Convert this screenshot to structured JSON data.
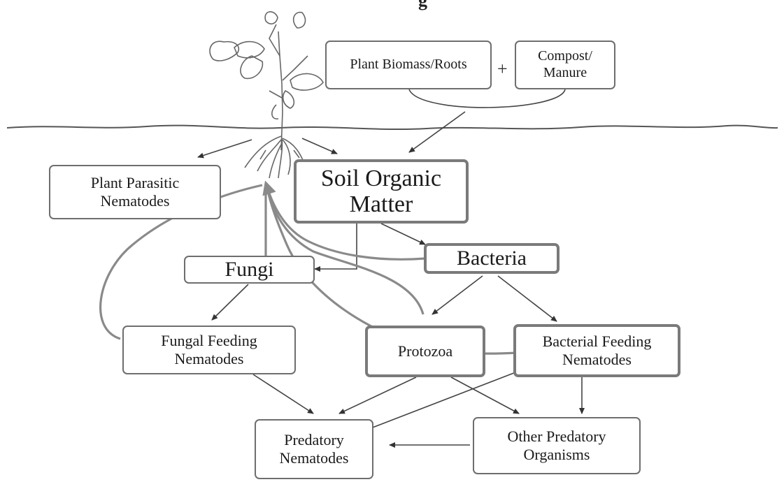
{
  "title_fragment": "g",
  "plus_sign": "+",
  "nodes": {
    "plant_biomass": {
      "line1": "Plant Biomass/Roots"
    },
    "compost": {
      "line1": "Compost/",
      "line2": "Manure"
    },
    "soil_organic_matter": {
      "line1": "Soil Organic",
      "line2": "Matter"
    },
    "plant_parasitic": {
      "line1": "Plant Parasitic",
      "line2": "Nematodes"
    },
    "fungi": {
      "line1": "Fungi"
    },
    "bacteria": {
      "line1": "Bacteria"
    },
    "fungal_feeding": {
      "line1": "Fungal Feeding",
      "line2": "Nematodes"
    },
    "protozoa": {
      "line1": "Protozoa"
    },
    "bacterial_feeding": {
      "line1": "Bacterial Feeding",
      "line2": "Nematodes"
    },
    "predatory_nematodes": {
      "line1": "Predatory",
      "line2": "Nematodes"
    },
    "other_predatory": {
      "line1": "Other Predatory",
      "line2": "Organisms"
    }
  },
  "colors": {
    "box_border": "#6e6e6e",
    "arrow": "#555555",
    "return_arrow": "#8a8a8a",
    "plant": "#666666"
  }
}
